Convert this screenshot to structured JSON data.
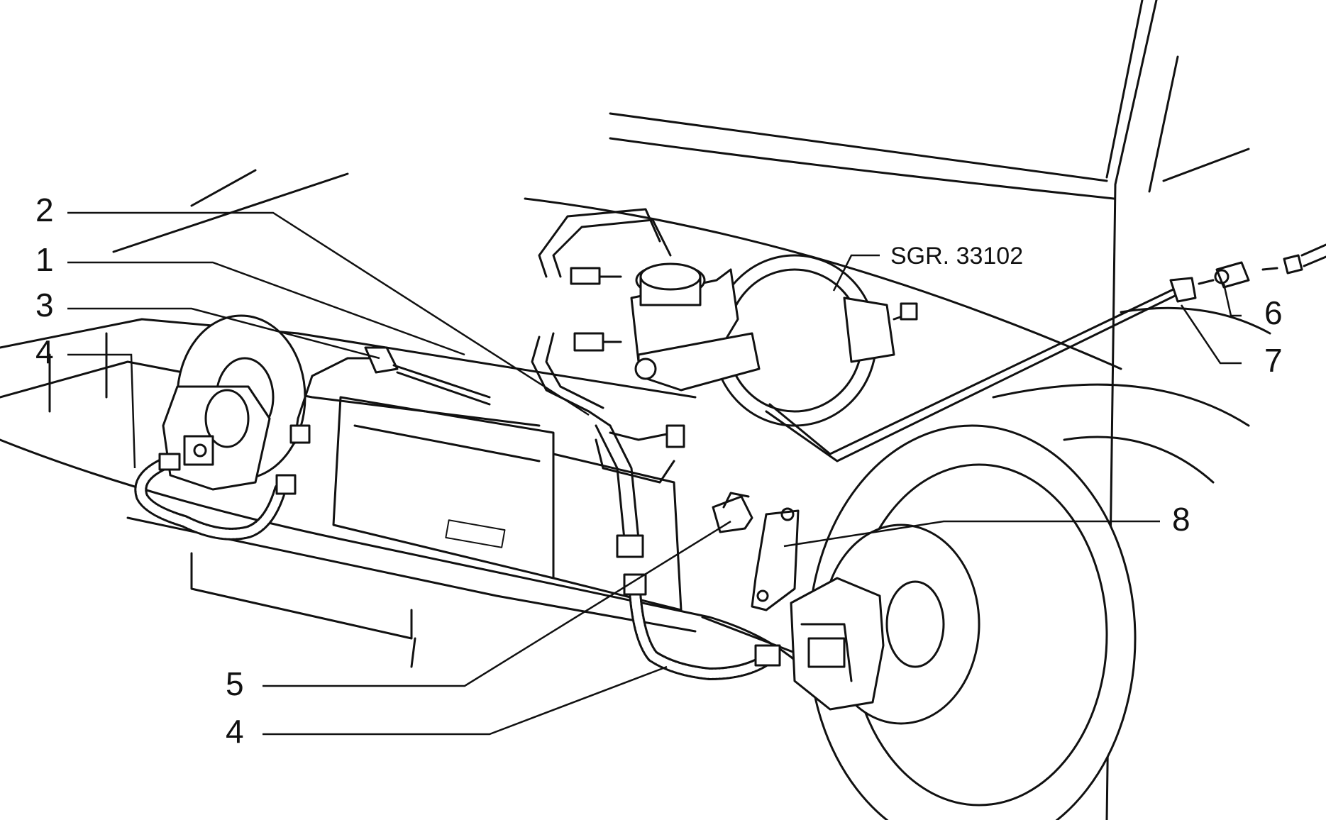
{
  "callouts": {
    "c1": "1",
    "c2": "2",
    "c3": "3",
    "c4_left": "4",
    "c4_bottom": "4",
    "c5": "5",
    "c6": "6",
    "c7": "7",
    "c8": "8"
  },
  "reference": "SGR. 33102"
}
